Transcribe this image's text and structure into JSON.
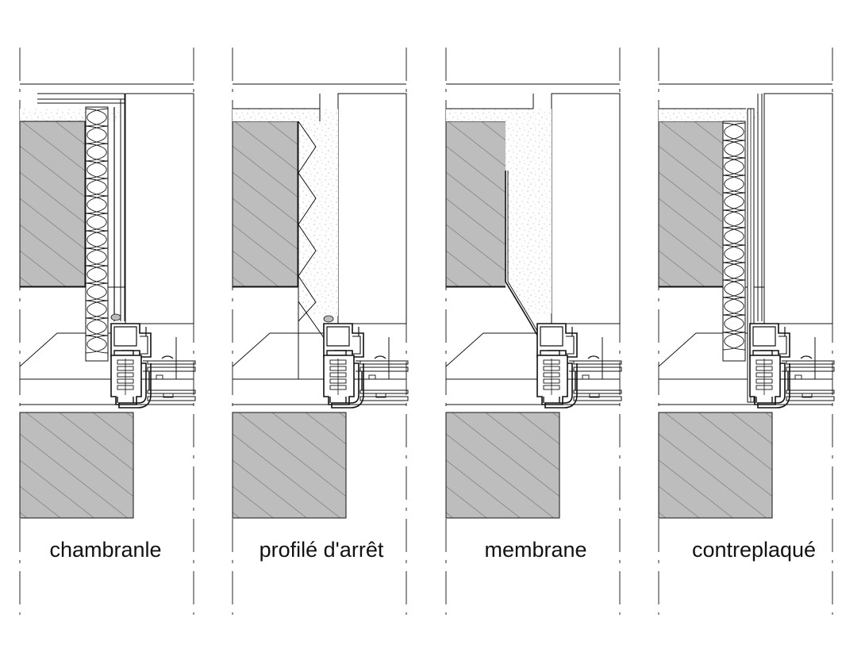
{
  "panels": [
    {
      "id": "chambranle",
      "caption": "chambranle",
      "filler": "insulation"
    },
    {
      "id": "profile-arret",
      "caption": "profilé d'arrêt",
      "filler": "folded-profile"
    },
    {
      "id": "membrane",
      "caption": "membrane",
      "filler": "foam-membrane"
    },
    {
      "id": "contreplaque",
      "caption": "contreplaqué",
      "filler": "insulation-plywood"
    }
  ],
  "colors": {
    "line": "#111111",
    "masonry_fill": "#bdbdbd",
    "hatch": "#6f6f6f",
    "foam_dots": "#9a9a9a"
  }
}
